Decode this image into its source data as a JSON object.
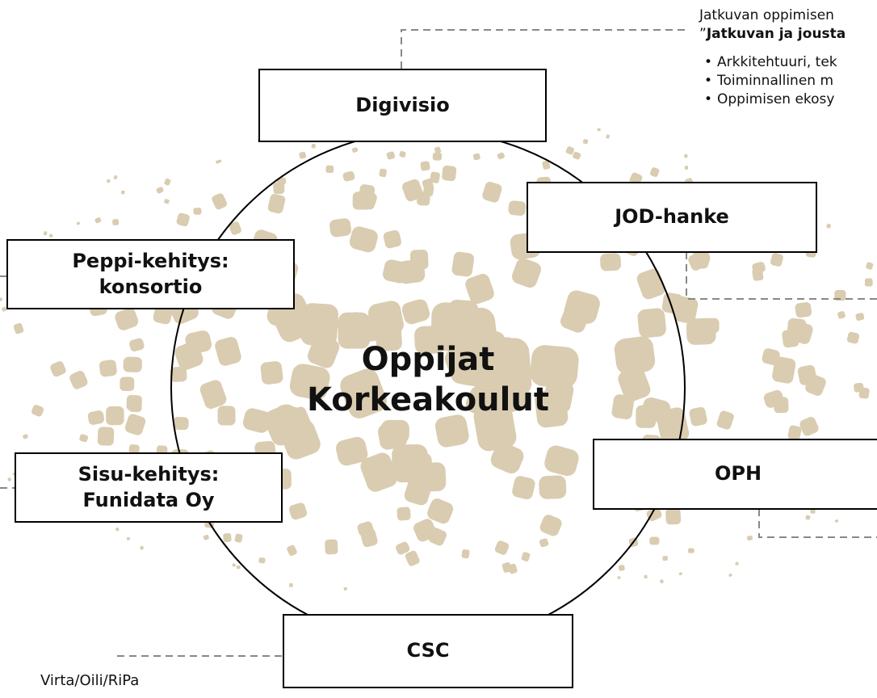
{
  "colors": {
    "blob": "#d9ccb0",
    "stroke": "#000000",
    "dash": "#888888"
  },
  "center": {
    "line1": "Oppijat",
    "line2": "Korkeakoulut"
  },
  "boxes": {
    "digivisio": {
      "line1": "Digivisio"
    },
    "jod": {
      "line1": "JOD-hanke"
    },
    "peppi": {
      "line1": "Peppi-kehitys:",
      "line2": "konsortio"
    },
    "sisu": {
      "line1": "Sisu-kehitys:",
      "line2": "Funidata Oy"
    },
    "oph": {
      "line1": "OPH"
    },
    "csc": {
      "line1": "CSC"
    }
  },
  "note": {
    "line1": "Jatkuvan oppimisen",
    "line2_prefix": "”",
    "line2_bold": "Jatkuvan ja jousta",
    "bullets": [
      "Arkkitehtuuri, tek",
      "Toiminnallinen m",
      "Oppimisen ekosy"
    ]
  },
  "bottom_note": "Virta/Oili/RiPa"
}
